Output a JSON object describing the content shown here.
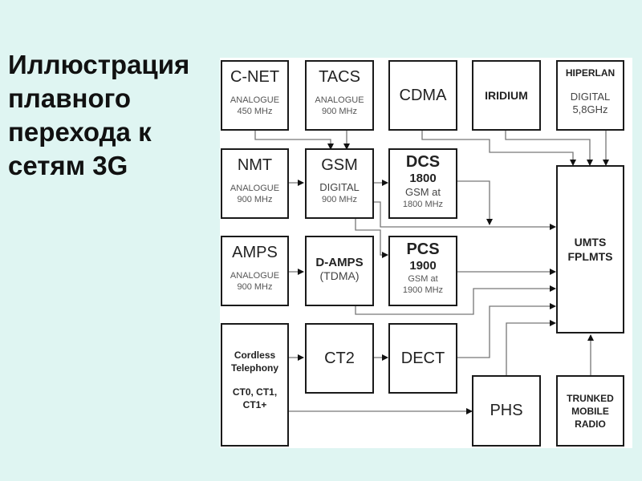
{
  "title": {
    "lines": [
      "Иллюстрация",
      "плавного",
      "перехода к",
      "сетям 3G"
    ]
  },
  "nodes": {
    "cnet": {
      "name": "C-NET",
      "type": "ANALOGUE",
      "freq": "450 MHz"
    },
    "tacs": {
      "name": "TACS",
      "type": "ANALOGUE",
      "freq": "900 MHz"
    },
    "cdma": {
      "name": "CDMA"
    },
    "iridium": {
      "name": "IRIDIUM"
    },
    "hiperlan": {
      "name": "HIPERLAN",
      "type": "DIGITAL",
      "freq": "5,8GHz"
    },
    "nmt": {
      "name": "NMT",
      "type": "ANALOGUE",
      "freq": "900 MHz"
    },
    "gsm": {
      "name": "GSM",
      "type": "DIGITAL",
      "freq": "900 MHz"
    },
    "dcs": {
      "name": "DCS",
      "num": "1800",
      "type": "GSM at",
      "freq": "1800 MHz"
    },
    "umts": {
      "line1": "UMTS",
      "line2": "FPLMTS"
    },
    "amps": {
      "name": "AMPS",
      "type": "ANALOGUE",
      "freq": "900 MHz"
    },
    "damps": {
      "name": "D-AMPS",
      "sub": "(TDMA)"
    },
    "pcs": {
      "name": "PCS",
      "num": "1900",
      "type": "GSM at",
      "freq": "1900 MHz"
    },
    "cordless": {
      "line1": "Cordless",
      "line2": "Telephony",
      "line3": "CT0, CT1,",
      "line4": "CT1+"
    },
    "ct2": {
      "name": "CT2"
    },
    "dect": {
      "name": "DECT"
    },
    "phs": {
      "name": "PHS"
    },
    "trunked": {
      "line1": "TRUNKED",
      "line2": "MOBILE",
      "line3": "RADIO"
    }
  },
  "colors": {
    "background": "#dff5f2",
    "panel": "#ffffff",
    "box_border": "#1a1a1a",
    "wire": "#777777"
  }
}
